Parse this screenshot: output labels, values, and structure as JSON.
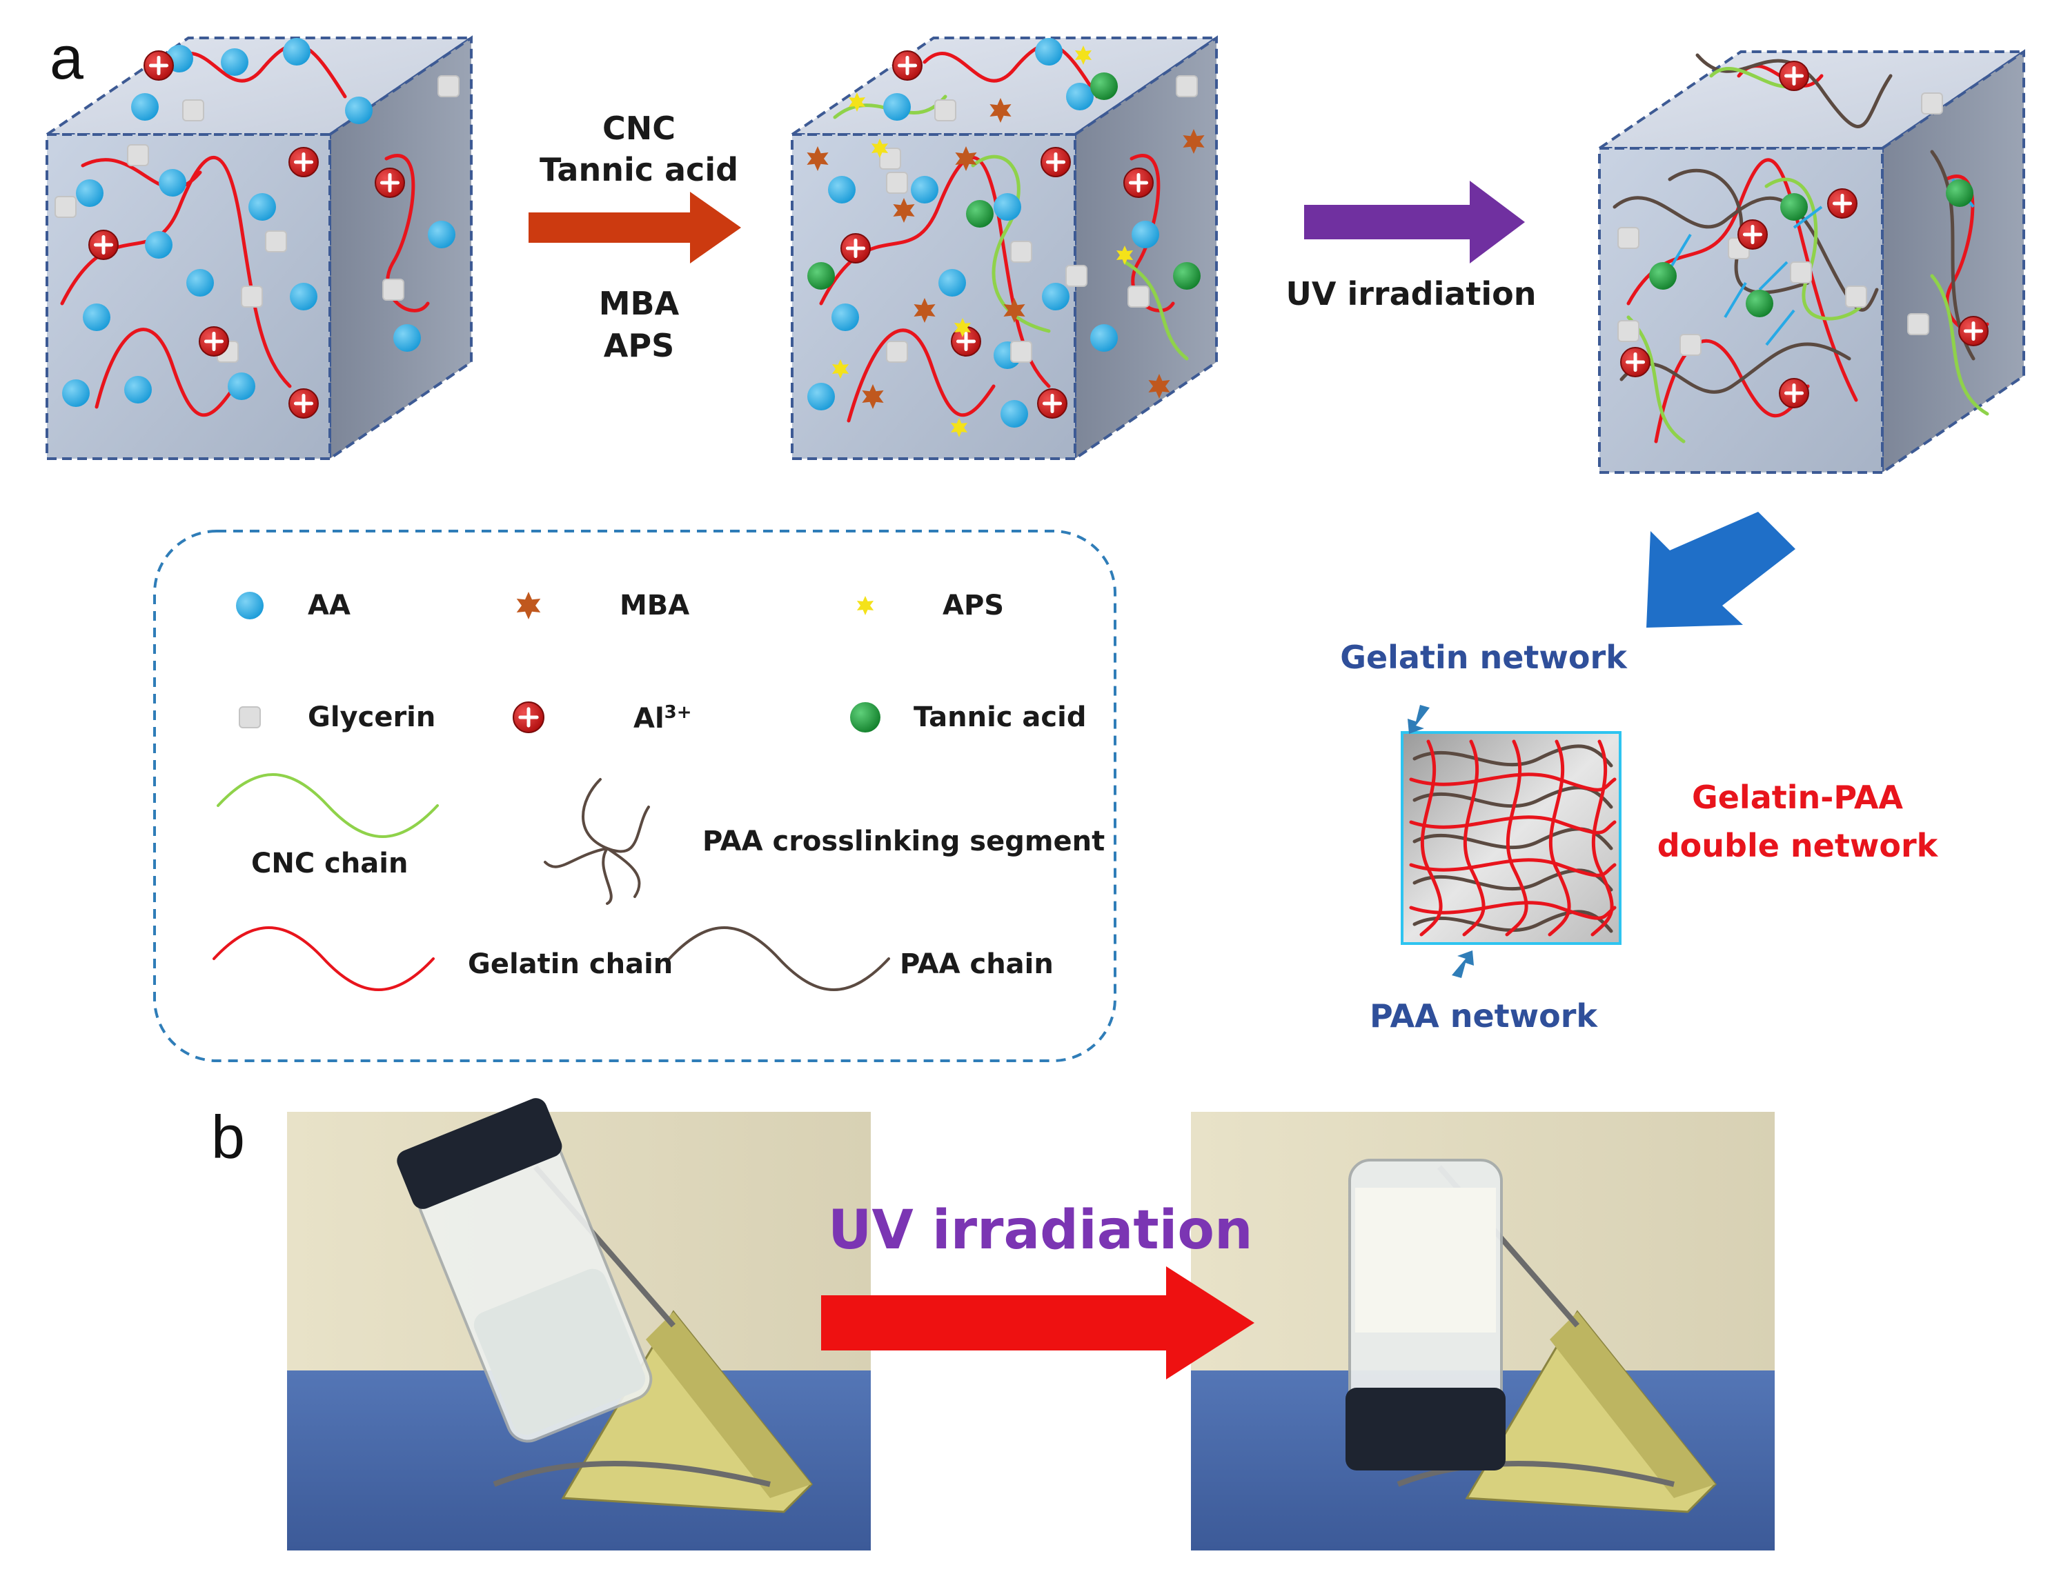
{
  "panels": {
    "a_label": "a",
    "b_label": "b"
  },
  "step1": {
    "line1": "CNC",
    "line2": "Tannic acid",
    "line3": "MBA",
    "line4": "APS"
  },
  "step2": {
    "label": "UV irradiation"
  },
  "network": {
    "gelatin_label": "Gelatin network",
    "paa_label": "PAA network",
    "double_line1": "Gelatin-PAA",
    "double_line2": "double network"
  },
  "legend": {
    "aa": "AA",
    "mba": "MBA",
    "aps": "APS",
    "glycerin": "Glycerin",
    "al": "Al",
    "al_sup": "3+",
    "tannic": "Tannic acid",
    "cnc_chain": "CNC chain",
    "paa_segment": "PAA crosslinking segment",
    "gelatin_chain": "Gelatin chain",
    "paa_chain": "PAA chain"
  },
  "photo_step": {
    "label": "UV irradiation"
  },
  "colors": {
    "aa": "#27a9e6",
    "mba": "#c0581e",
    "aps": "#f4e21a",
    "glycerin": "#dedede",
    "al": "#d11c1c",
    "tannic": "#1f9e3c",
    "cnc": "#8fd24a",
    "gelatin": "#e8141c",
    "paa": "#5b4a41",
    "arrow_step1": "#cc3a10",
    "arrow_uv": "#7030a0",
    "arrow_down": "#1f6fc8",
    "arrow_photo": "#ee1111",
    "net_label_blue": "#2f4f9a",
    "double_red": "#e8141c",
    "uv_purple": "#7b35b3"
  }
}
